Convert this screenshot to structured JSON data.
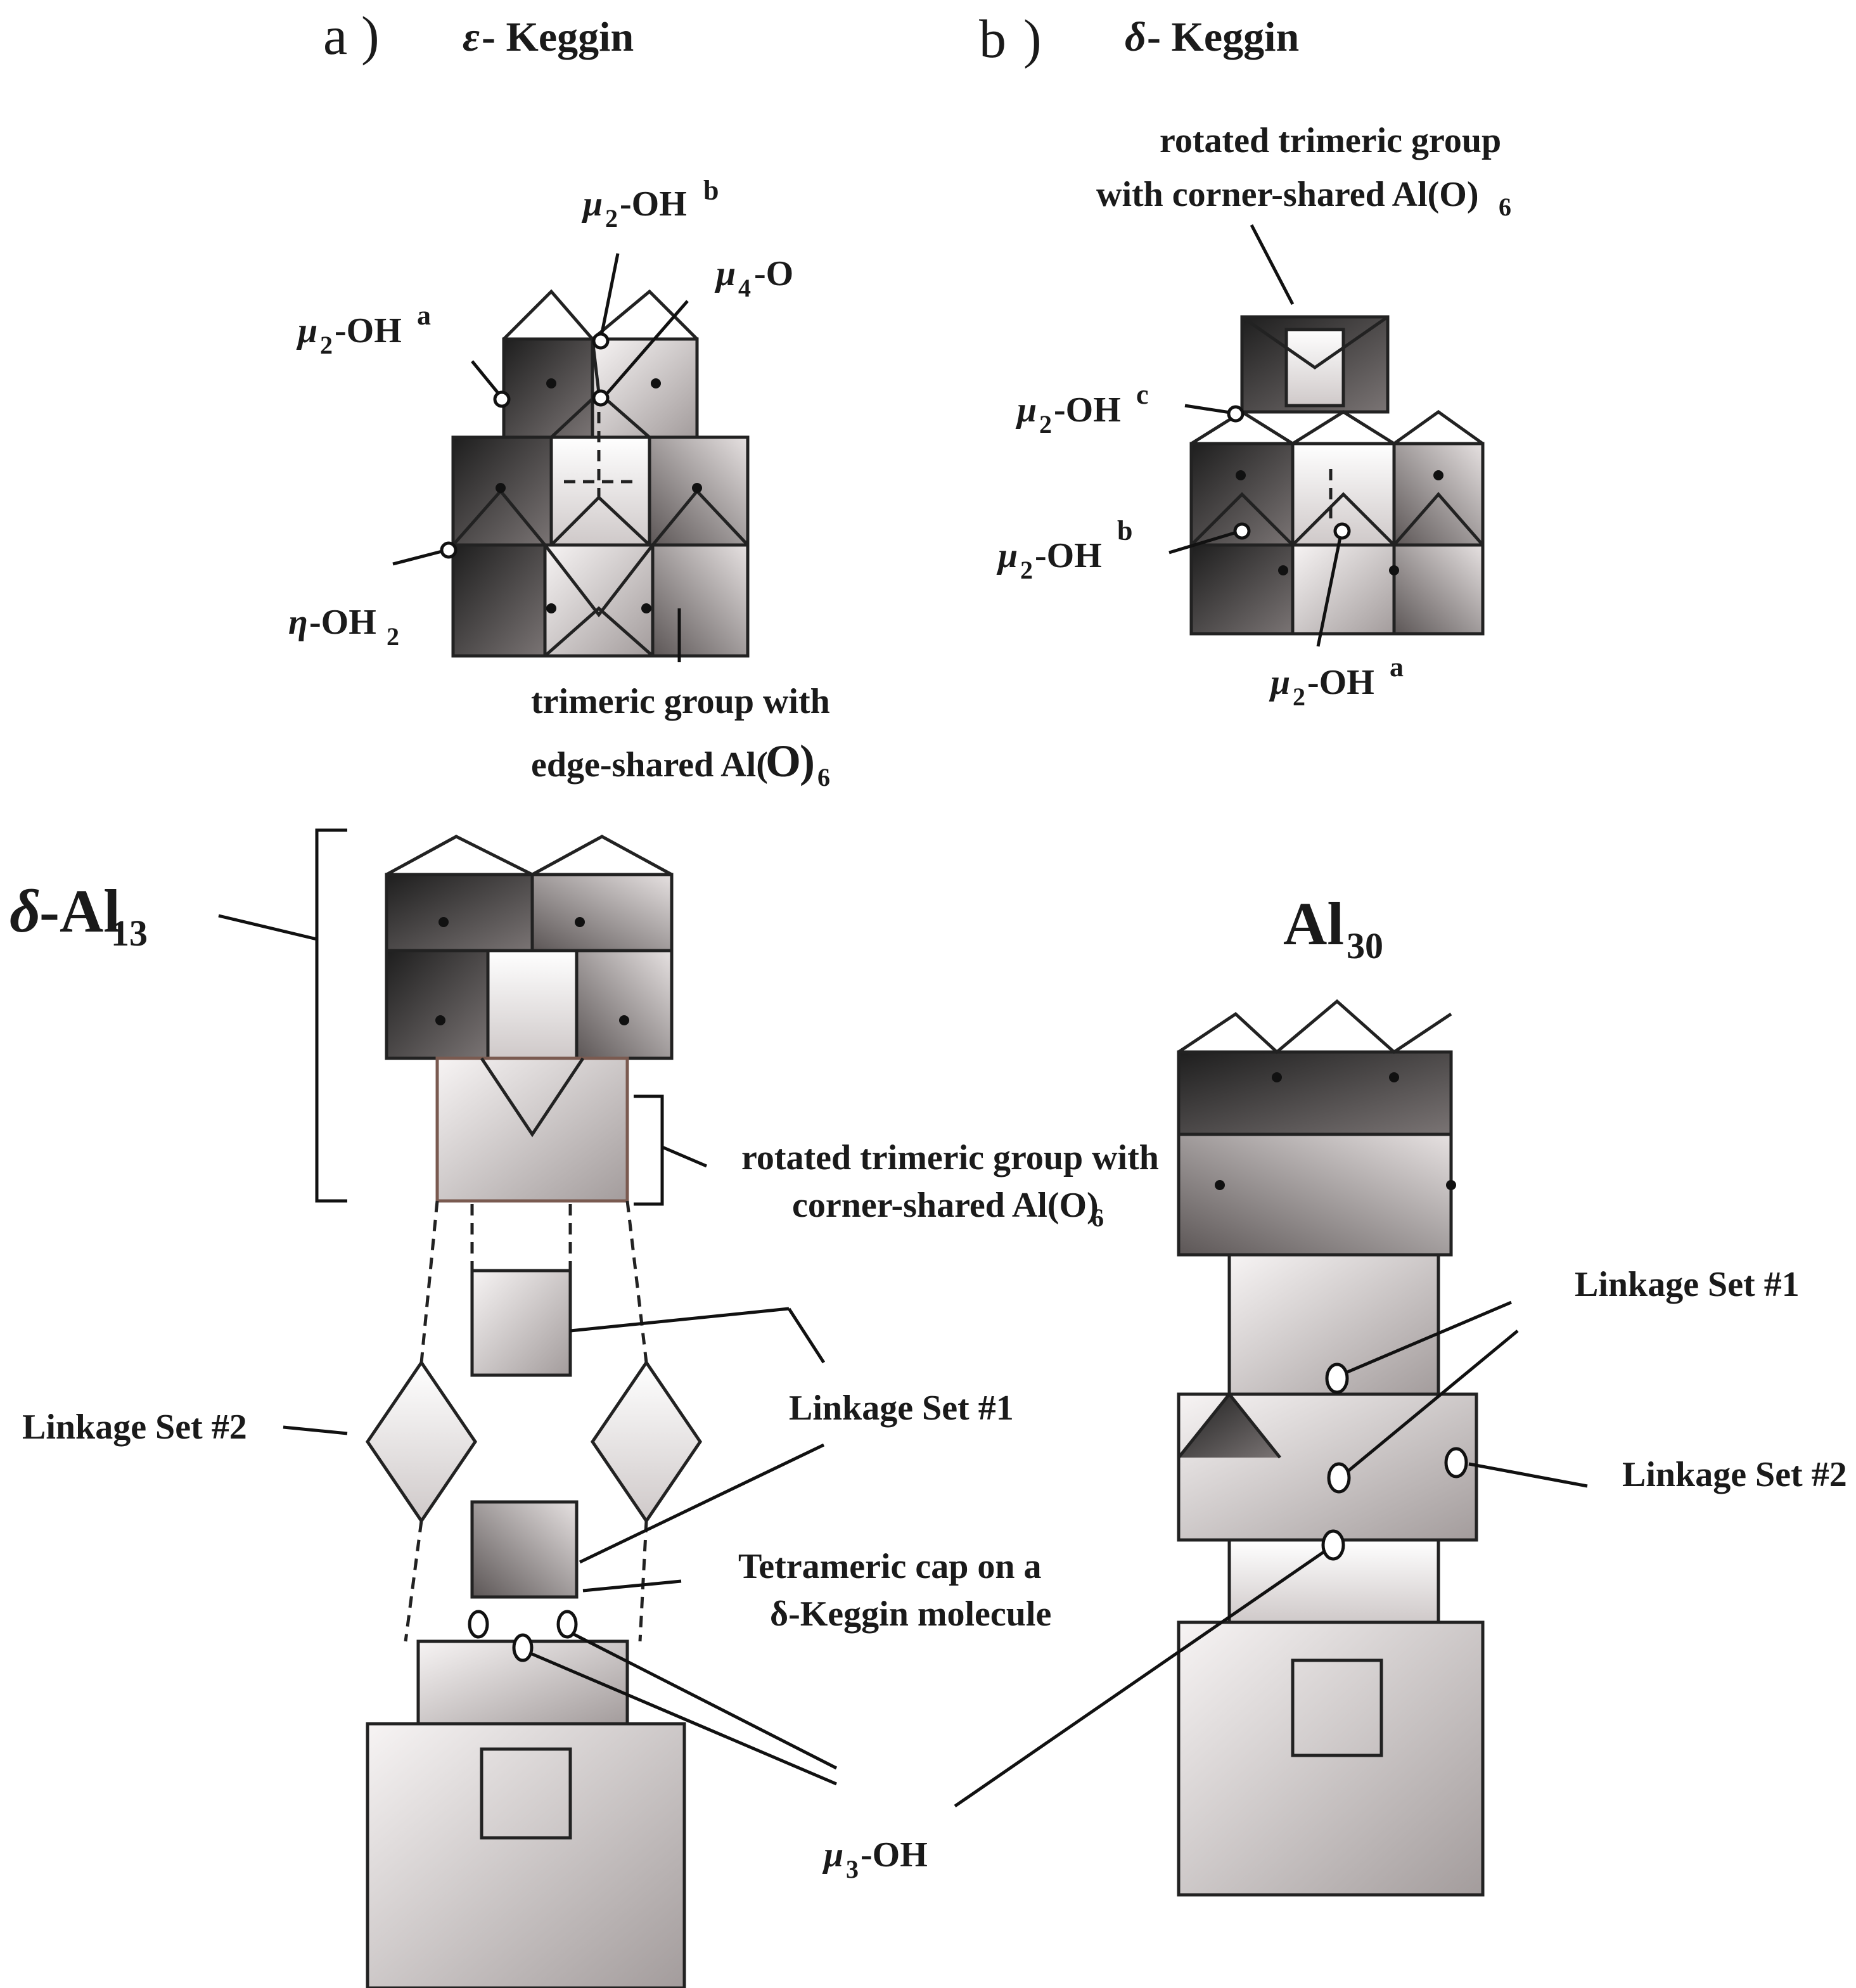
{
  "panel_a": {
    "letter": "a",
    "paren": ")",
    "prefix": "ε",
    "title": "- Keggin"
  },
  "panel_b": {
    "letter": "b",
    "paren": ")",
    "prefix": "δ",
    "title": "- Keggin"
  },
  "labels": {
    "mu": "μ",
    "eta": "η",
    "delta": "δ",
    "two": "2",
    "three": "3",
    "four": "4",
    "thirteen": "13",
    "thirty": "30",
    "six": "6",
    "sup_a": "a",
    "sup_b": "b",
    "sup_c": "c",
    "oh": "-OH",
    "o": "-O",
    "oh2_prefix": "-OH",
    "al": "Al",
    "dash_al": "-Al"
  },
  "annotations": {
    "trimeric_edge_line1": "trimeric group with",
    "trimeric_edge_line2_pre": "edge-shared Al(",
    "trimeric_edge_line2_o": "O",
    "trimeric_edge_line2_post": ")",
    "rotated_b_line1": "rotated trimeric group",
    "rotated_b_line2": "with corner-shared Al(O)",
    "rotated_c_line1": "rotated trimeric group with",
    "rotated_c_line2": "corner-shared Al(O)",
    "linkage1": "Linkage Set #1",
    "linkage2": "Linkage Set #2",
    "tetrameric_line1": "Tetrameric cap on a",
    "tetrameric_line2": "δ-Keggin molecule"
  },
  "colors": {
    "dark_face": "#3a3a3a",
    "mid_face": "#8a8484",
    "light_face": "#d9d4d4",
    "pale_face": "#f2eeee",
    "line": "#111111"
  }
}
